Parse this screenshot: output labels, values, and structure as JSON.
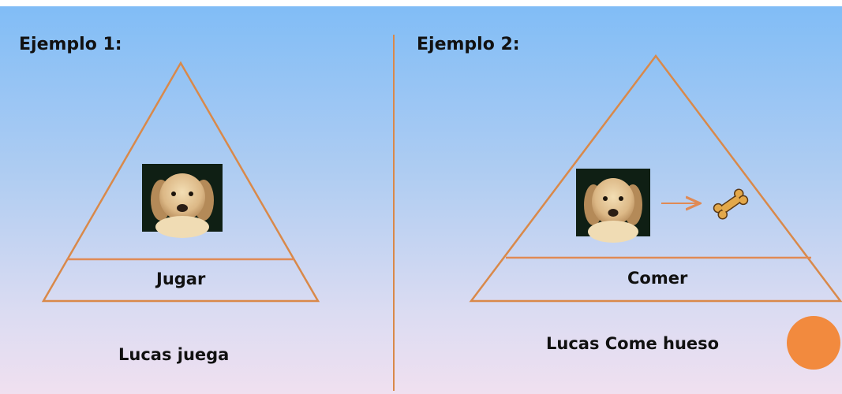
{
  "example1": {
    "heading": "Ejemplo 1:",
    "verb": "Jugar",
    "sentence": "Lucas juega",
    "subject_icon": "puppy-photo"
  },
  "example2": {
    "heading": "Ejemplo 2:",
    "verb": "Comer",
    "sentence": "Lucas Come hueso",
    "subject_icon": "puppy-photo",
    "object_icon": "bone-icon",
    "relation_icon": "arrow-right-icon"
  },
  "colors": {
    "line": "#d9894a",
    "circle": "#f28a3e",
    "text": "#111111"
  }
}
